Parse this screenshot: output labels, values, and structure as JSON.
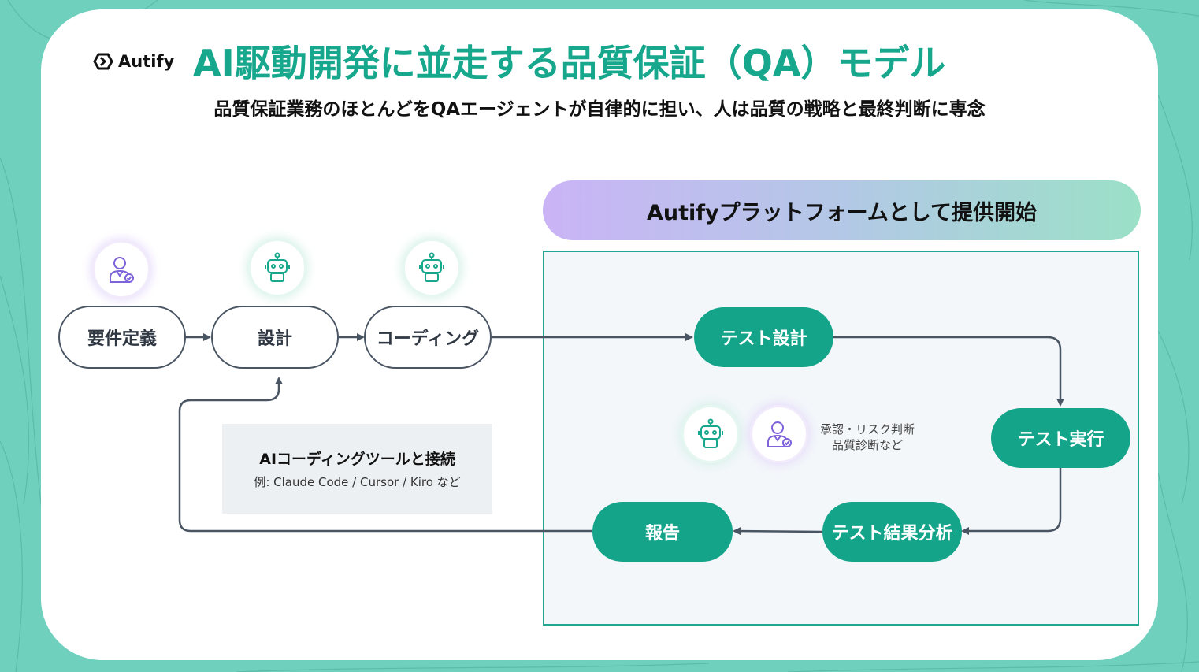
{
  "logo": {
    "text": "Autify"
  },
  "title": "AI駆動開発に並走する品質保証（QA）モデル",
  "subtitle": "品質保証業務のほとんどをQAエージェントが自律的に担い、人は品質の戦略と最終判断に専念",
  "banner": "Autifyプラットフォームとして提供開始",
  "flow": {
    "requirements": "要件定義",
    "design": "設計",
    "coding": "コーディング"
  },
  "platform": {
    "test_design": "テスト設計",
    "test_execution": "テスト実行",
    "test_analysis": "テスト結果分析",
    "report": "報告",
    "human_note_line1": "承認・リスク判断",
    "human_note_line2": "品質診断など"
  },
  "tool_box": {
    "title": "AIコーディングツールと接続",
    "example": "例: Claude Code / Cursor / Kiro など"
  },
  "icons": {
    "requirements_actor": "person-icon",
    "design_actor": "robot-icon",
    "coding_actor": "robot-icon",
    "platform_agent": "robot-icon",
    "platform_human": "person-icon"
  },
  "colors": {
    "brand_green": "#14a48a",
    "background": "#6fd0be",
    "outline": "#4a5563"
  }
}
